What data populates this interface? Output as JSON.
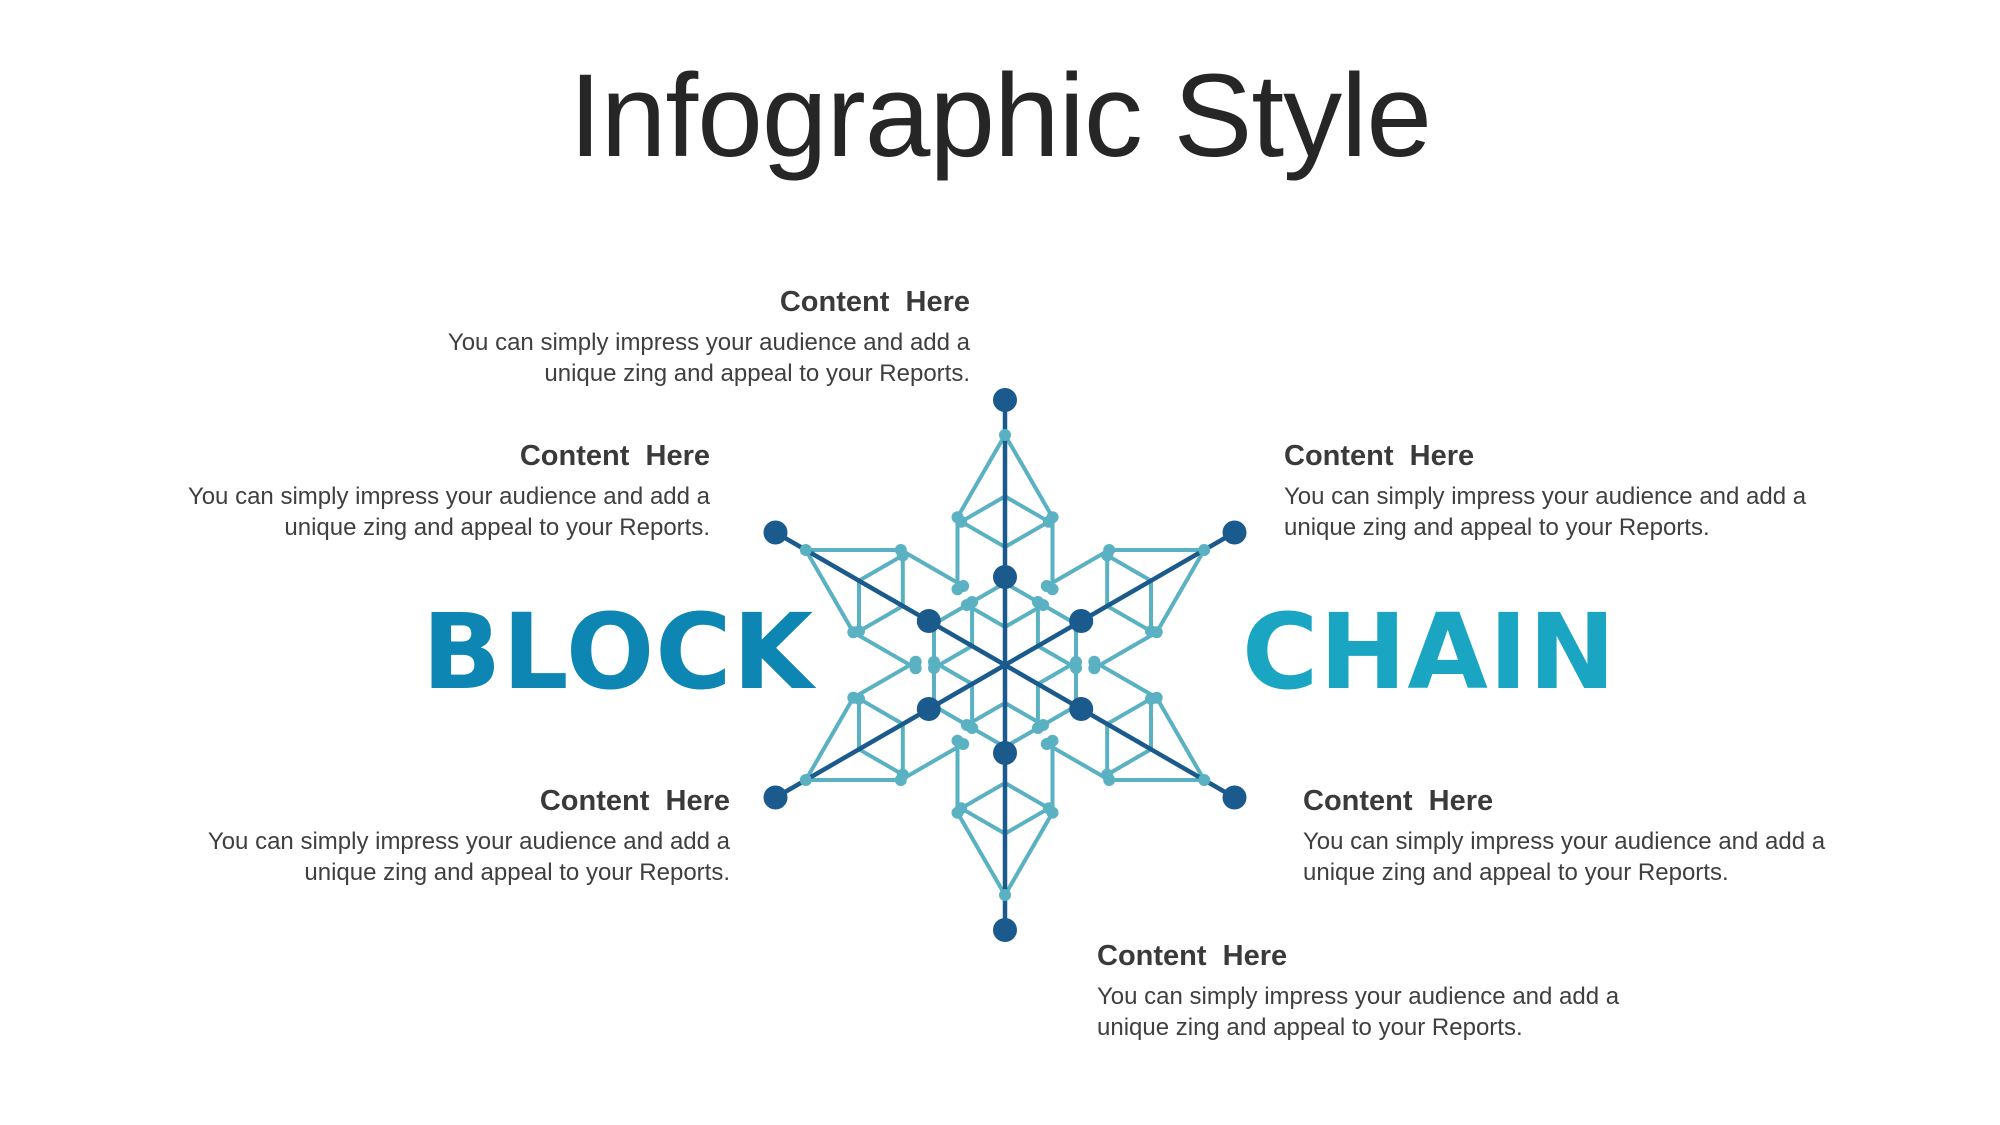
{
  "title": "Infographic Style",
  "left_word": "BLOCK",
  "right_word": "CHAIN",
  "callouts": [
    {
      "heading": "Content  Here",
      "text": "You can simply impress your audience and add a unique zing and appeal to your Reports."
    },
    {
      "heading": "Content  Here",
      "text": "You can simply impress your audience and add a unique zing and appeal to your Reports."
    },
    {
      "heading": "Content  Here",
      "text": "You can simply impress your audience and add a unique zing and appeal to your Reports."
    },
    {
      "heading": "Content  Here",
      "text": "You can simply impress your audience and add a unique zing and appeal to your Reports."
    },
    {
      "heading": "Content  Here",
      "text": "You can simply impress your audience and add a unique zing and appeal to your Reports."
    },
    {
      "heading": "Content  Here",
      "text": "You can simply impress your audience and add a unique zing and appeal to your Reports."
    }
  ],
  "colors": {
    "spoke": "#1a5a8c",
    "lattice": "#5ab1c2",
    "block_text": "#0e86b3",
    "chain_text": "#1aa6c3"
  }
}
